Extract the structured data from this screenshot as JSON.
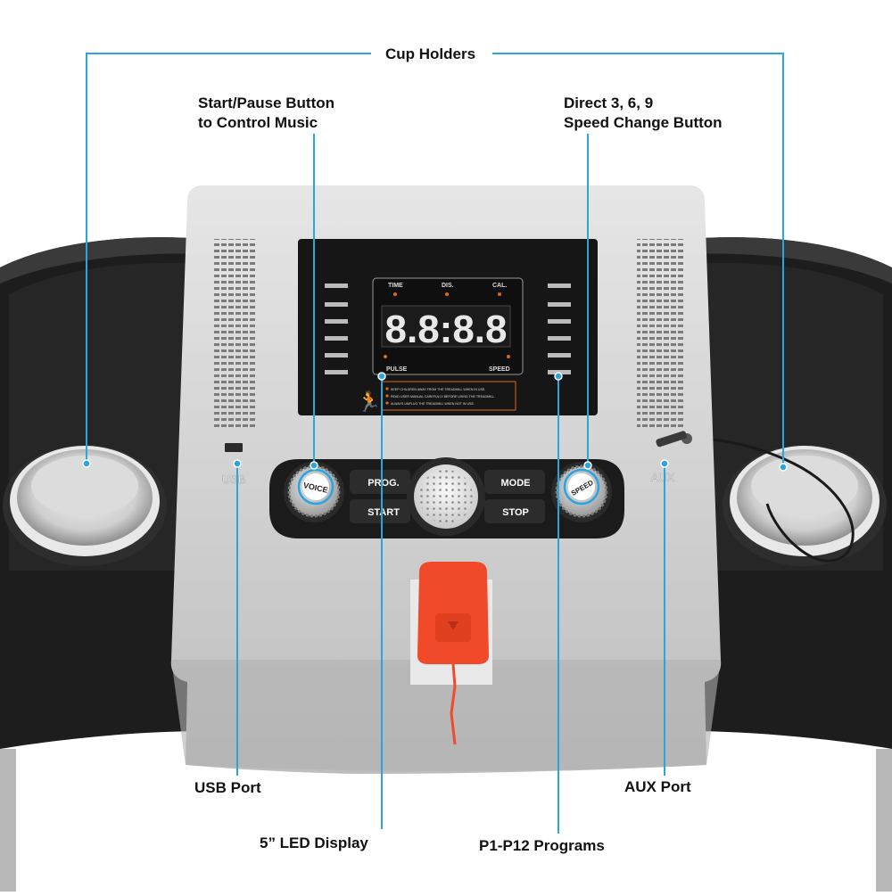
{
  "callouts": {
    "cup_holders": "Cup Holders",
    "start_pause_line1": "Start/Pause Button",
    "start_pause_line2": "to Control Music",
    "speed_change_line1": "Direct 3, 6, 9",
    "speed_change_line2": "Speed Change Button",
    "usb_port": "USB Port",
    "aux_port": "AUX Port",
    "led_display": "5” LED Display",
    "programs": "P1-P12 Programs"
  },
  "console": {
    "display_labels": {
      "time": "TIME",
      "dis": "DIS.",
      "cal": "CAL.",
      "pulse": "PULSE",
      "speed": "SPEED"
    },
    "digits": "8.8:8.8",
    "warnings": [
      "KEEP CHILDREN AWAY FROM THE TREADMILL WHEN IN USE.",
      "READ USER MANUAL CAREFULLY BEFORE USING THE TREADMILL.",
      "ALWAYS UNPLUG THE TREADMILL WHEN NOT IN USE."
    ],
    "buttons": {
      "prog": "PROG.",
      "start": "START",
      "mode": "MODE",
      "stop": "STOP"
    },
    "knob_left": "VOICE",
    "knob_right": "SPEED",
    "port_left": "USB",
    "port_right": "AUX"
  },
  "colors": {
    "accent": "#2aa5e0",
    "safety_key": "#f04a2a"
  }
}
